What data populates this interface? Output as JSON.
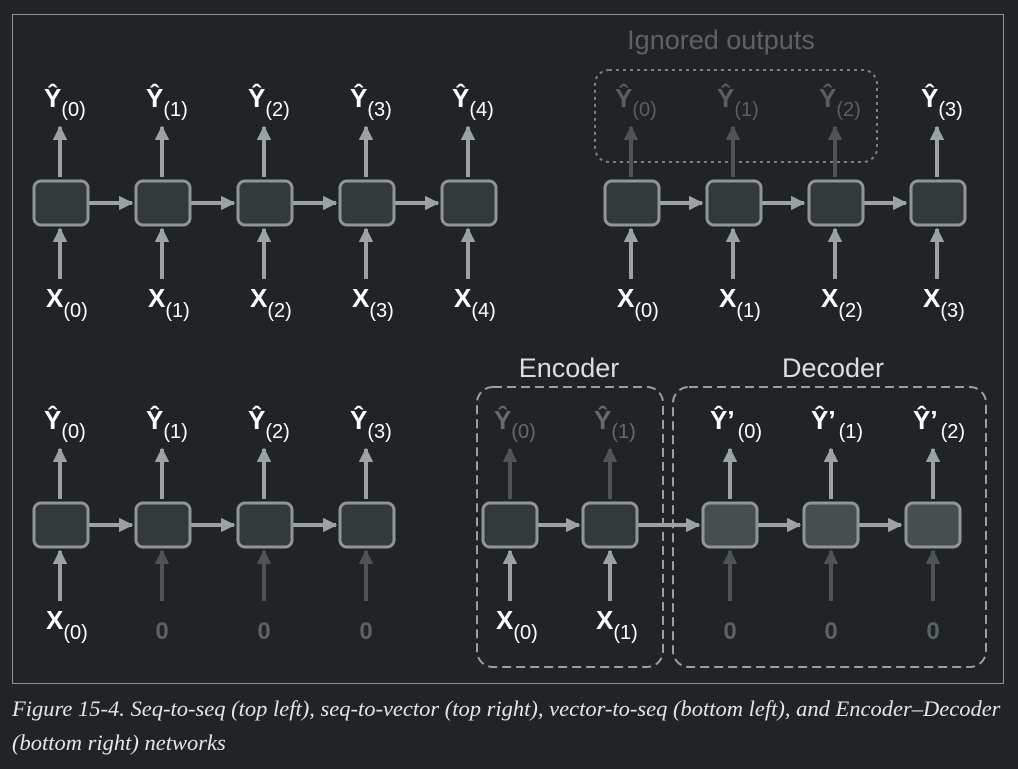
{
  "caption": "Figure 15-4. Seq-to-seq (top left), seq-to-vector (top right), vector-to-seq (bottom left), and Encoder–Decoder (bottom right) networks",
  "labels": {
    "y_hat": "Ŷ",
    "y_hat_prime": "Ŷ’",
    "x": "X",
    "zero": "0",
    "t0": "(0)",
    "t1": "(1)",
    "t2": "(2)",
    "t3": "(3)",
    "t4": "(4)"
  },
  "panels": {
    "seq_to_vector": {
      "ignored_outputs_label": "Ignored outputs"
    },
    "encoder_decoder": {
      "encoder_label": "Encoder",
      "decoder_label": "Decoder"
    }
  },
  "colors": {
    "background": "#202426",
    "cell_fill": "#343a3b",
    "cell_stroke": "#8e9696",
    "arrow": "#9aa2a2",
    "arrow_dim": "#505657",
    "text": "#ffffff",
    "dim_text": "#5c6364",
    "dashed_box": "#9aa0a0"
  }
}
